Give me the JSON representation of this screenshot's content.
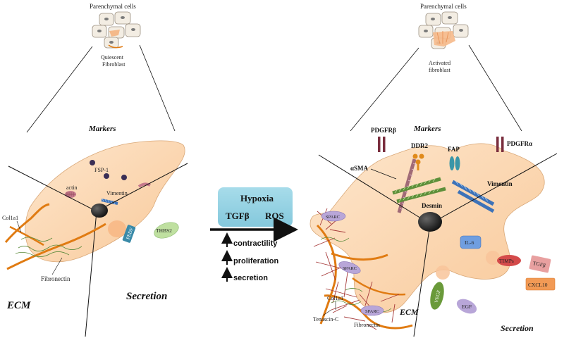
{
  "left": {
    "parenchymal_label": "Parenchymal cells",
    "fibroblast_label_line1": "Quiescent",
    "fibroblast_label_line2": "Fibroblast",
    "markers_title": "Markers",
    "markers": {
      "fsp1": "FSP-1",
      "actin": "actin",
      "vimentin": "Vimentin"
    },
    "ecm_title": "ECM",
    "ecm_items": {
      "col1a1": "Col1a1",
      "fibronectin": "Fibronectin"
    },
    "secretion_title": "Secretion",
    "secretion_items": {
      "pedf": "PEDF",
      "thbs2": "THBS2"
    }
  },
  "center": {
    "stimuli": [
      "Hypoxia",
      "TGFβ",
      "ROS"
    ],
    "effects": [
      "contractility",
      "proliferation",
      "secretion"
    ],
    "box_color": "#8fd0e0"
  },
  "right": {
    "parenchymal_label": "Parenchymal cells",
    "fibroblast_label_line1": "Activated",
    "fibroblast_label_line2": "fibroblast",
    "markers_title": "Markers",
    "markers": {
      "pdgfrb": "PDGFRβ",
      "ddr2": "DDR2",
      "fap": "FAP",
      "pdgfra": "PDGFRα",
      "asma": "αSMA",
      "vimentin": "Vimentin",
      "desmin": "Desmin"
    },
    "ecm_title": "ECM",
    "ecm_items": {
      "col1a1": "Col1a1",
      "tenascin": "Tenascin-C",
      "fibronectin": "Fibronectin",
      "sparc": "SPARC"
    },
    "secretion_title": "Secretion",
    "secretion_items": {
      "il6": "IL-6",
      "timps": "TIMPs",
      "tgfb": "TGFβ",
      "cxcl10": "CXCL10",
      "vegf": "VEGF",
      "egf": "EGF"
    }
  },
  "colors": {
    "cell": "#fddcb8",
    "fiber": "#e07b12",
    "parenchyma": "#f2ece2"
  }
}
